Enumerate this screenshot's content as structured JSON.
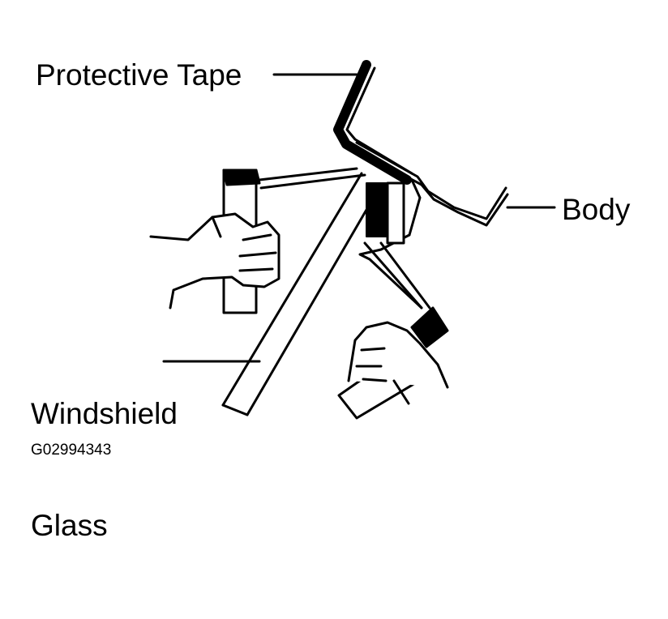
{
  "labels": {
    "protective_tape": "Protective Tape",
    "body": "Body",
    "windshield_glass_line1": "Windshield",
    "windshield_glass_line2": "Glass",
    "figure_code": "G02994343"
  }
}
